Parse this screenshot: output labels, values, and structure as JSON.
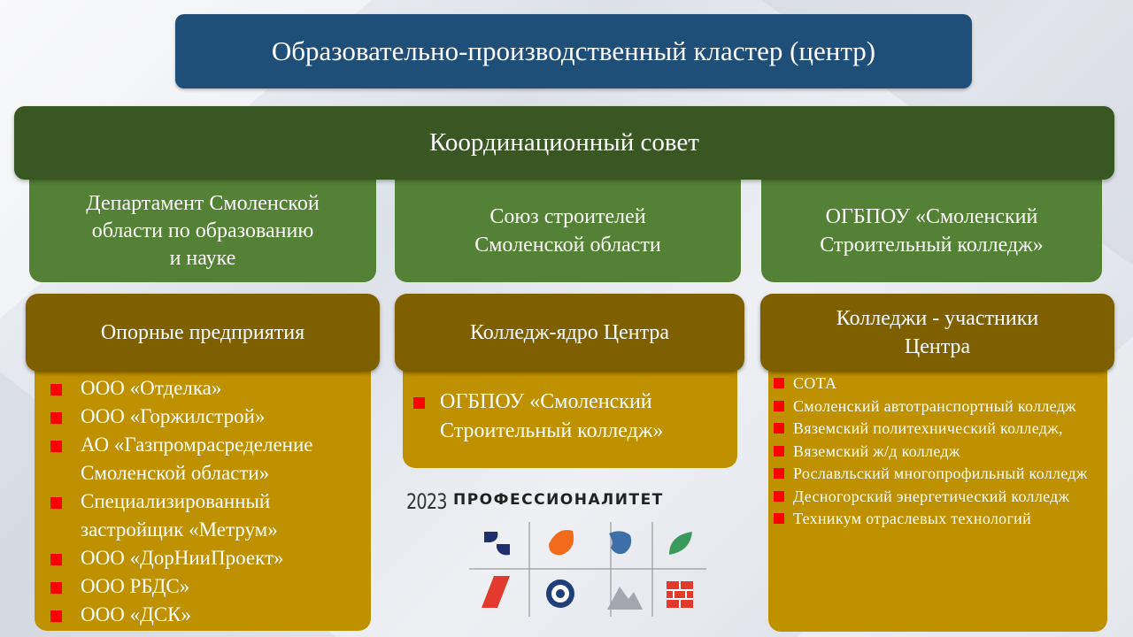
{
  "title": "Образовательно-производственный кластер (центр)",
  "council": "Координационный совет",
  "founders": {
    "department": [
      "Департамент Смоленской",
      "области по образованию",
      "и науке"
    ],
    "union": [
      "Союз строителей",
      "Смоленской области"
    ],
    "college": [
      "ОГБПОУ «Смоленский",
      "Строительный колледж»"
    ]
  },
  "columns": {
    "enterprises": {
      "heading": "Опорные предприятия",
      "items": [
        "ООО «Отделка»",
        "ООО «Горжилстрой»",
        "АО «Газпромрасределение Смоленской области»",
        "Специализированный застройщик «Метрум»",
        "ООО «ДорНииПроект»",
        "ООО РБДС»",
        "ООО «ДСК»"
      ]
    },
    "core_college": {
      "heading": "Колледж-ядро Центра",
      "items": [
        "ОГБПОУ «Смоленский Строительный колледж»"
      ]
    },
    "participants": {
      "heading_lines": [
        "Колледжи - участники",
        "Центра"
      ],
      "items": [
        "СОТА",
        "Смоленский автотранспортный колледж",
        "Вяземский политехнический колледж,",
        "Вяземский ж/д колледж",
        "Рославльский многопрофильный колледж",
        "Десногорский энергетический колледж",
        "Техникум отраслевых технологий"
      ]
    }
  },
  "logo": {
    "year": "2023",
    "name": "ПРОФЕССИОНАЛИТЕТ",
    "icons": [
      "navy-swirl-icon",
      "orange-drop-icon",
      "blue-bird-icon",
      "green-leaf-icon",
      "red-slash-icon",
      "target-icon",
      "mountain-icon",
      "brick-wall-icon"
    ]
  },
  "colors": {
    "title_bg": "#1f4e79",
    "council_bg": "#385723",
    "founder_bg": "#538135",
    "heading_bg": "#7f6000",
    "list_bg": "#bf9000",
    "bullet": "#ff0000"
  }
}
